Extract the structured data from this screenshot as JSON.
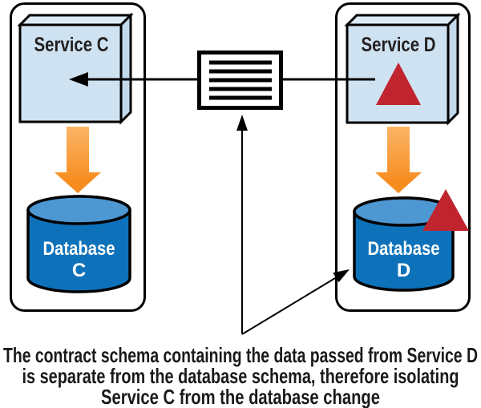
{
  "left_group": {
    "service_label": "Service C",
    "database_label_line1": "Database",
    "database_label_line2": "C"
  },
  "right_group": {
    "service_label": "Service D",
    "database_label_line1": "Database",
    "database_label_line2": "D"
  },
  "caption": {
    "line1": "The contract schema containing the data passed from Service D",
    "line2": "is separate from the database schema, therefore isolating",
    "line3": "Service C from the database change"
  },
  "icons": {
    "contract_message": "document-lines-icon",
    "change_indicator": "red-triangle-change-icon"
  },
  "colors": {
    "service_front": "#cfe2f1",
    "service_top": "#dcebf6",
    "service_side": "#c2d9eb",
    "db_body": "#0e72ba",
    "db_top": "#4d97d3",
    "orange": "#f68b1e",
    "orange_light": "#fcb566",
    "change_red": "#c0242e",
    "outline": "#000000",
    "icon_fill": "#ffffff"
  }
}
